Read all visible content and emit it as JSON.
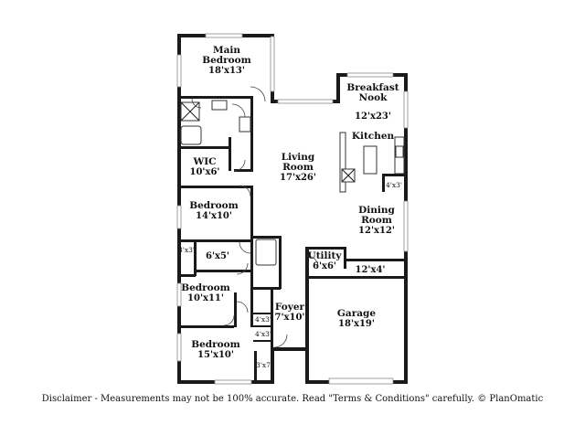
{
  "rooms": {
    "main_bedroom": {
      "name_line1": "Main",
      "name_line2": "Bedroom",
      "dims": "18'x13'"
    },
    "breakfast_nook": {
      "name_line1": "Breakfast",
      "name_line2": "Nook",
      "dims": "12'x23'"
    },
    "kitchen": {
      "name": "Kitchen"
    },
    "pantry": {
      "dims": "4'x3'"
    },
    "living_room": {
      "name_line1": "Living",
      "name_line2": "Room",
      "dims": "17'x26'"
    },
    "wic": {
      "name": "WIC",
      "dims": "10'x6'"
    },
    "bedroom_2": {
      "name": "Bedroom",
      "dims": "14'x10'"
    },
    "dining_room": {
      "name_line1": "Dining",
      "name_line2": "Room",
      "dims": "12'x12'"
    },
    "closet_a": {
      "dims": "3'x3'"
    },
    "bath_2": {
      "dims": "6'x5'"
    },
    "utility": {
      "name": "Utility",
      "dims": "6'x6'"
    },
    "hall": {
      "dims": "12'x4'"
    },
    "bedroom_3": {
      "name": "Bedroom",
      "dims": "10'x11'"
    },
    "foyer": {
      "name": "Foyer",
      "dims": "7'x10'"
    },
    "garage": {
      "name": "Garage",
      "dims": "18'x19'"
    },
    "closet_b": {
      "dims": "4'x3'"
    },
    "closet_c": {
      "dims": "4'x3'"
    },
    "bedroom_4": {
      "name": "Bedroom",
      "dims": "15'x10'"
    },
    "closet_d": {
      "dims": "3'x7'"
    }
  },
  "disclaimer": "Disclaimer - Measurements may not be 100% accurate. Read \"Terms & Conditions\" carefully. © PlanOmatic"
}
